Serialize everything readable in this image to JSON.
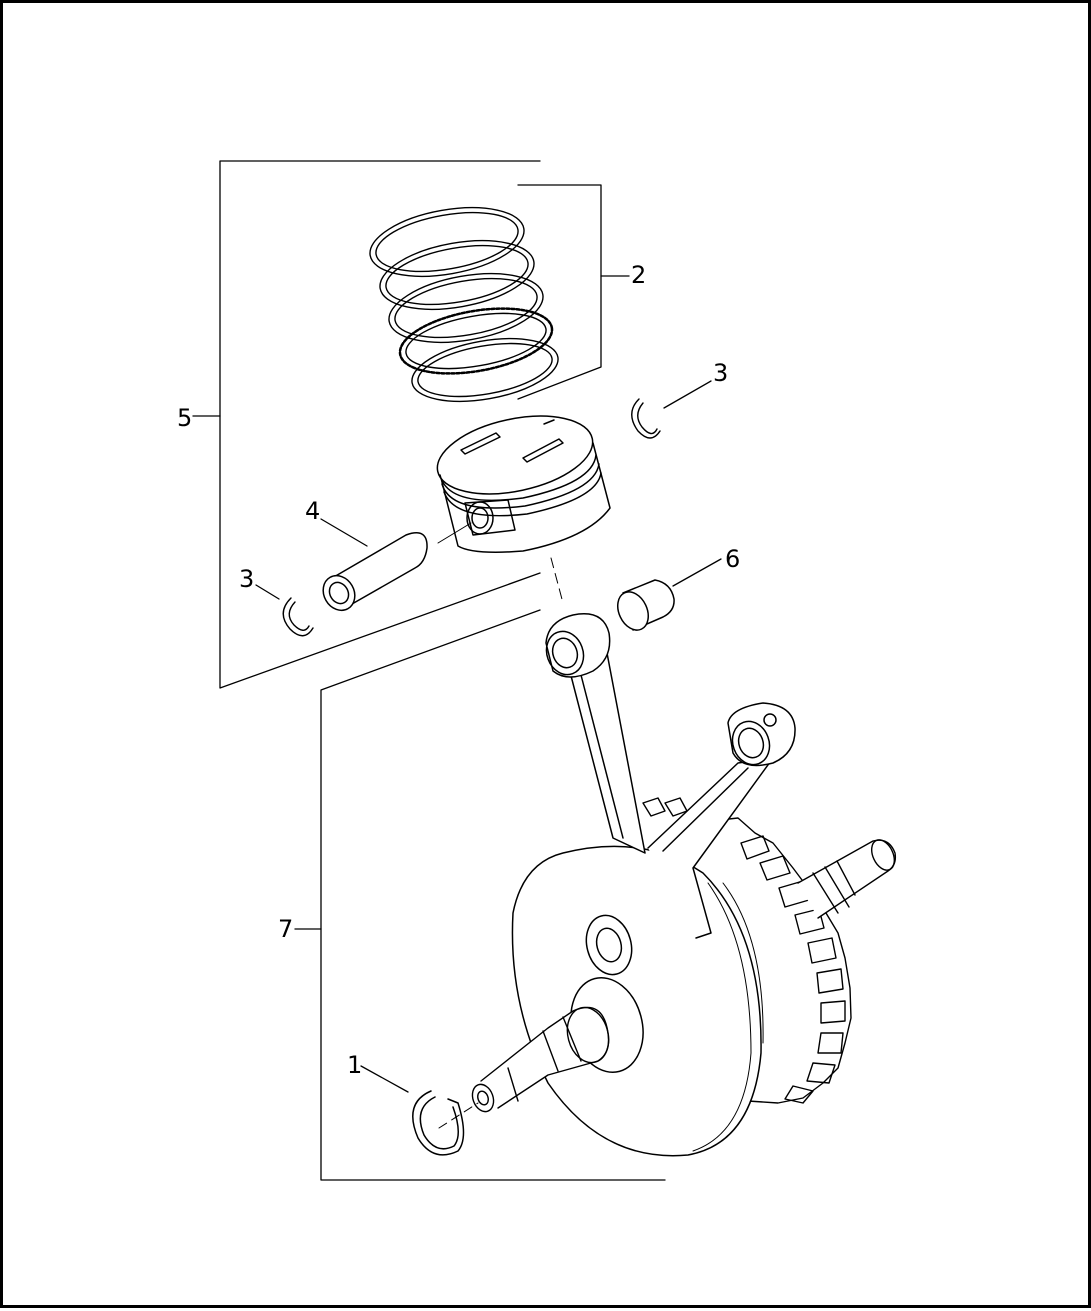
{
  "diagram": {
    "callouts": {
      "c1": "1",
      "c2": "2",
      "c3a": "3",
      "c3b": "3",
      "c4": "4",
      "c5": "5",
      "c6": "6",
      "c7": "7"
    }
  }
}
